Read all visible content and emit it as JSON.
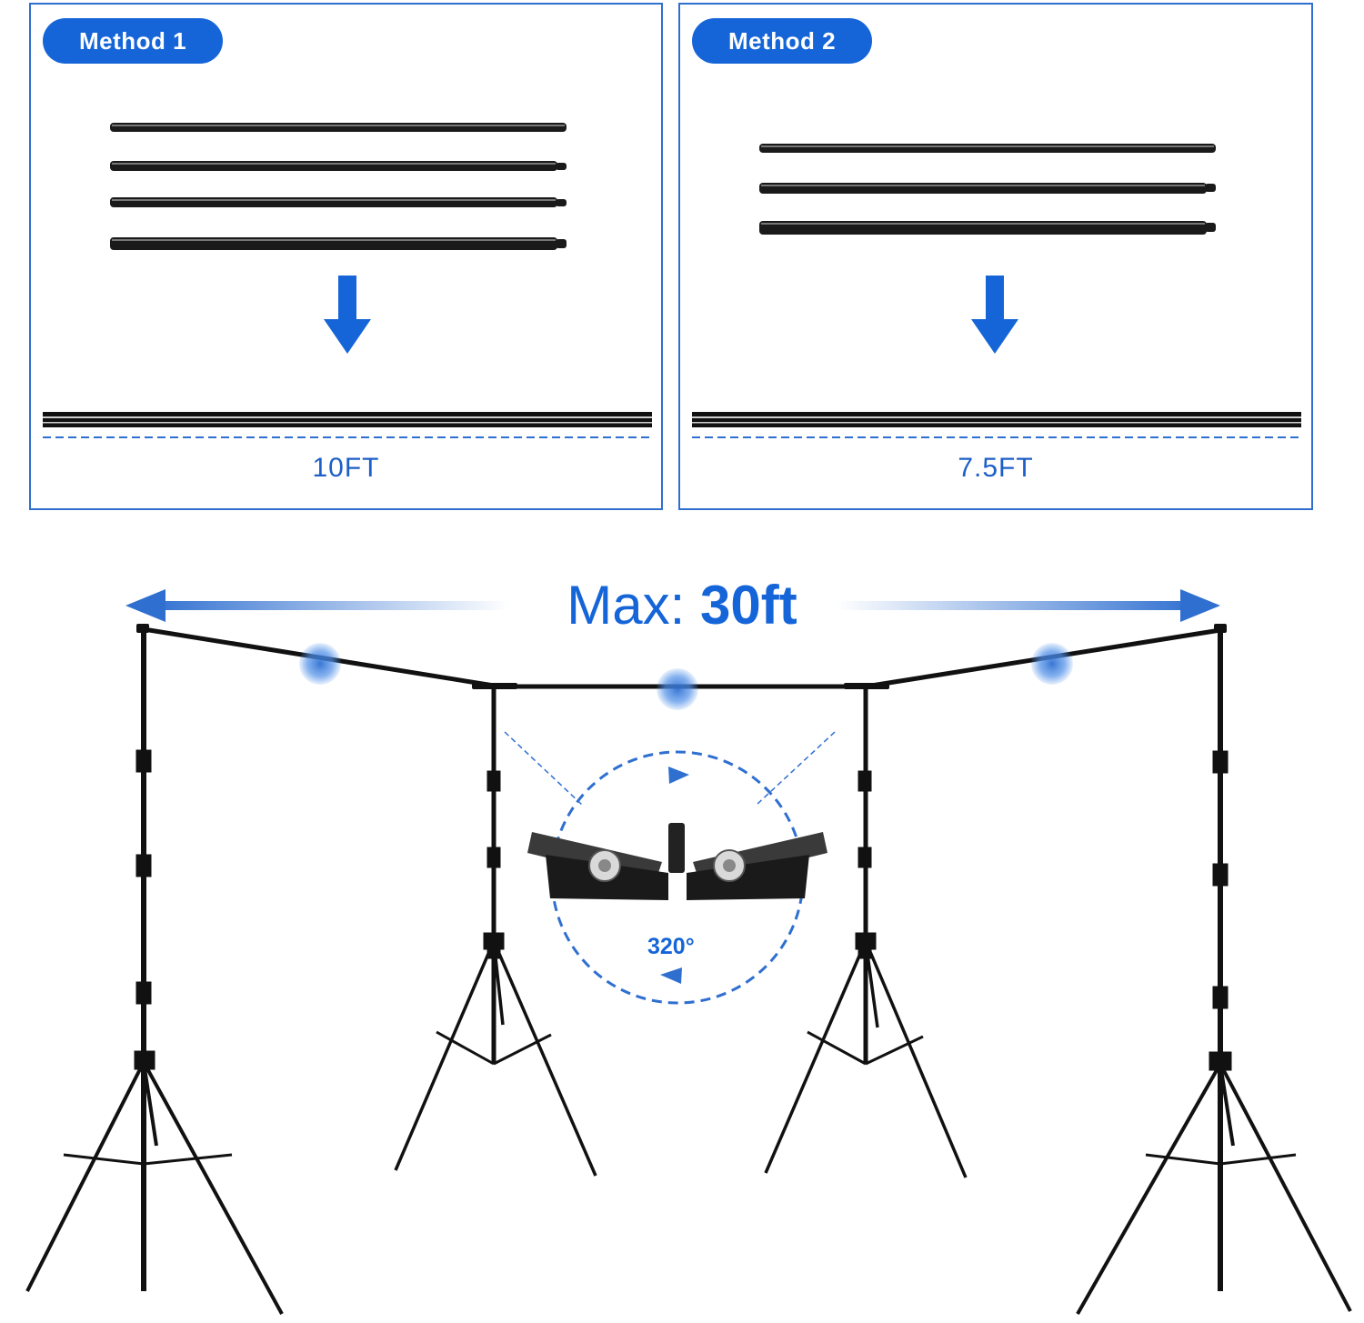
{
  "methods": [
    {
      "badge": "Method 1",
      "length": "10FT",
      "pole_count": 4
    },
    {
      "badge": "Method 2",
      "length": "7.5FT",
      "pole_count": 3
    }
  ],
  "max_span": {
    "prefix": "Max:",
    "value": "30ft"
  },
  "joint_rotation": "320°",
  "colors": {
    "accent": "#1565d8",
    "border": "#2f6fd0",
    "pole": "#111111",
    "highlight": "#4f8fe8"
  },
  "icons": [
    "arrow-down-icon",
    "double-arrow-icon",
    "rotation-arrow-icon"
  ]
}
